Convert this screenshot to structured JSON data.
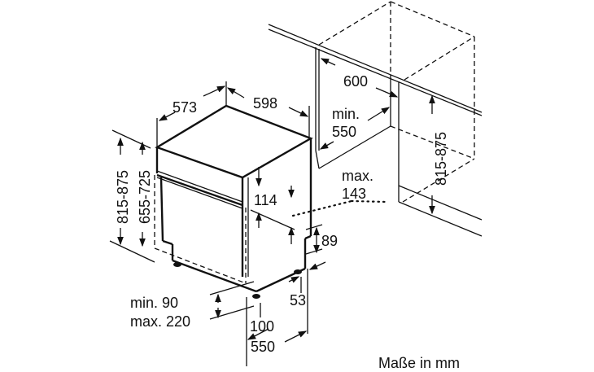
{
  "title": "Maße in mm",
  "dimensions": {
    "depth": "573",
    "width": "598",
    "niche_width": "600",
    "niche_depth_min": "min.",
    "niche_depth_value": "550",
    "niche_height": "815-875",
    "total_height": "815-875",
    "body_height": "655-725",
    "panel_height": "114",
    "overhang_max": "max.",
    "overhang_value": "143",
    "plinth_height": "89",
    "foot_offset": "53",
    "plinth_min": "min. 90",
    "plinth_max": "max. 220",
    "plinth_depth": "100",
    "depth_bottom": "550"
  }
}
